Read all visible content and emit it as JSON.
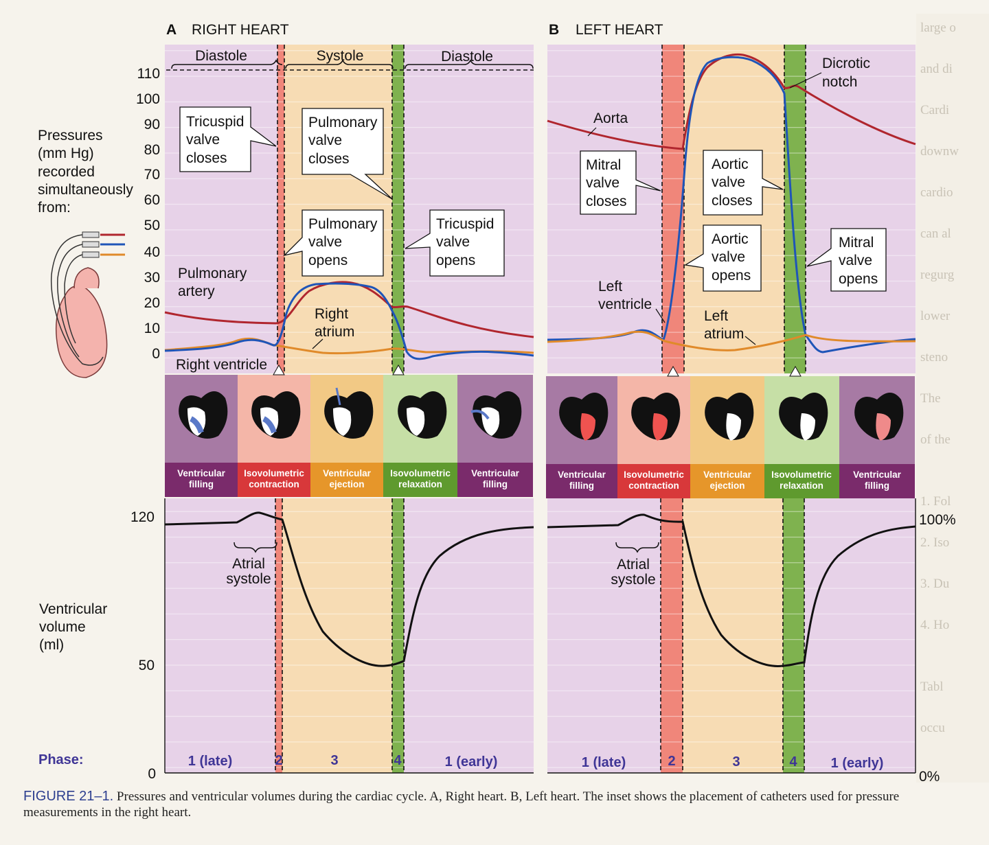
{
  "caption": {
    "figure_label": "FIGURE 21–1.",
    "text": "Pressures and ventricular volumes during the cardiac cycle. A, Right heart. B, Left heart. The inset shows the placement of catheters used for pressure measurements in the right heart."
  },
  "panels": {
    "right": {
      "letter": "A",
      "title": "RIGHT HEART",
      "band_diastole_1": "Diastole",
      "band_systole": "Systole",
      "band_diastole_2": "Diastole",
      "callouts": {
        "tricuspid_closes": [
          "Tricuspid",
          "valve",
          "closes"
        ],
        "pulmonary_closes": [
          "Pulmonary",
          "valve",
          "closes"
        ],
        "pulmonary_opens": [
          "Pulmonary",
          "valve",
          "opens"
        ],
        "tricuspid_opens": [
          "Tricuspid",
          "valve",
          "opens"
        ]
      },
      "curve_labels": {
        "artery": [
          "Pulmonary",
          "artery"
        ],
        "atrium": [
          "Right",
          "atrium"
        ],
        "ventricle": "Right ventricle"
      },
      "phases": [
        [
          "Ventricular",
          "filling"
        ],
        [
          "Isovolumetric",
          "contraction"
        ],
        [
          "Ventricular",
          "ejection"
        ],
        [
          "Isovolumetric",
          "relaxation"
        ],
        [
          "Ventricular",
          "filling"
        ]
      ],
      "atrial_systole": [
        "Atrial",
        "systole"
      ],
      "phase_numbers": [
        "1 (late)",
        "2",
        "3",
        "4",
        "1 (early)"
      ]
    },
    "left": {
      "letter": "B",
      "title": "LEFT HEART",
      "callouts": {
        "dicrotic": [
          "Dicrotic",
          "notch"
        ],
        "mitral_closes": [
          "Mitral",
          "valve",
          "closes"
        ],
        "aortic_closes": [
          "Aortic",
          "valve",
          "closes"
        ],
        "aortic_opens": [
          "Aortic",
          "valve",
          "opens"
        ],
        "mitral_opens": [
          "Mitral",
          "valve",
          "opens"
        ]
      },
      "curve_labels": {
        "aorta": "Aorta",
        "ventricle": [
          "Left",
          "ventricle"
        ],
        "atrium": [
          "Left",
          "atrium"
        ]
      },
      "phases": [
        [
          "Ventricular",
          "filling"
        ],
        [
          "Isovolumetric",
          "contraction"
        ],
        [
          "Ventricular",
          "ejection"
        ],
        [
          "Isovolumetric",
          "relaxation"
        ],
        [
          "Ventricular",
          "filling"
        ]
      ],
      "atrial_systole": [
        "Atrial",
        "systole"
      ],
      "phase_numbers": [
        "1 (late)",
        "2",
        "3",
        "4",
        "1 (early)"
      ]
    }
  },
  "pressure_axis": {
    "title": [
      "Pressures",
      "(mm Hg)",
      "recorded",
      "simultaneously",
      "from:"
    ],
    "ticks": [
      "110",
      "100",
      "90",
      "80",
      "70",
      "60",
      "50",
      "40",
      "30",
      "20",
      "10",
      "0"
    ]
  },
  "volume_axis": {
    "title": [
      "Ventricular",
      "volume",
      "(ml)"
    ],
    "ticks": [
      "120",
      "50",
      "0"
    ],
    "right_ticks": [
      "100%",
      "0%"
    ]
  },
  "phase_row_label": "Phase:",
  "colors": {
    "aorta_artery": "#b0262e",
    "ventricle": "#1f55b8",
    "atrium": "#e08a2a",
    "diastole_bg": "#e7d2e8",
    "systole_bg": "#f7dcb4",
    "isovol_contraction": "#f0867a",
    "isovol_relaxation": "#7fb24f",
    "caption_label": "#2d3f8f"
  }
}
